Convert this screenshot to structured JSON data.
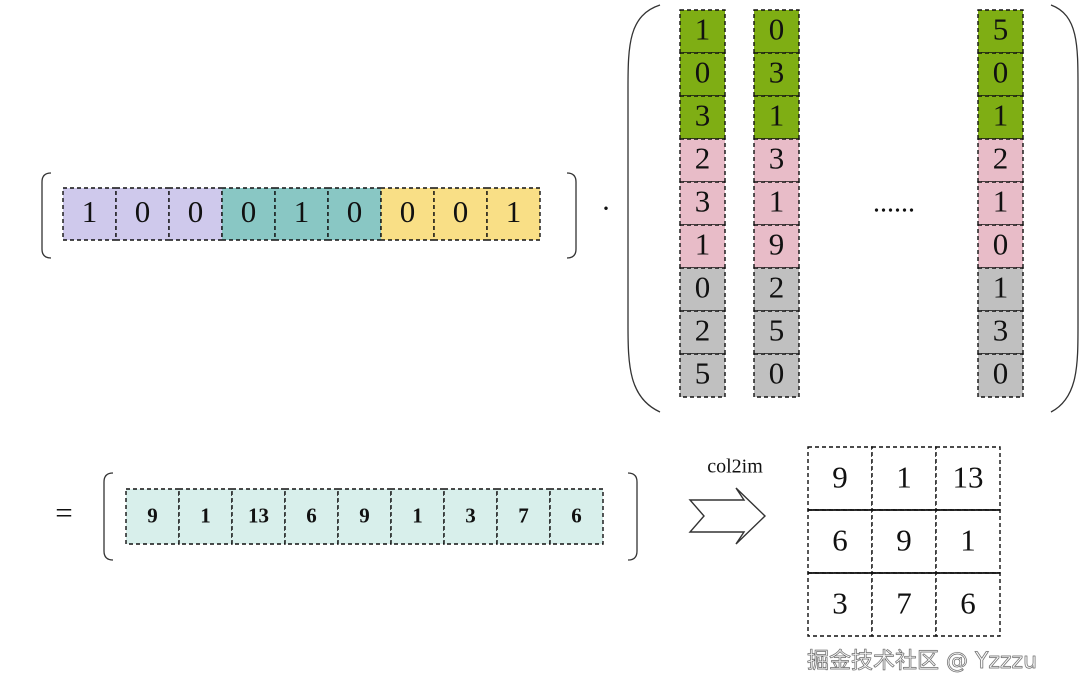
{
  "diagram": {
    "row_vector": {
      "values": [
        "1",
        "0",
        "0",
        "0",
        "1",
        "0",
        "0",
        "0",
        "1"
      ],
      "colors": [
        "#cfc9ec",
        "#cfc9ec",
        "#cfc9ec",
        "#89c7c4",
        "#89c7c4",
        "#89c7c4",
        "#f9df86",
        "#f9df86",
        "#f9df86"
      ]
    },
    "operator_dot": "·",
    "matrix_columns": [
      {
        "name": "column-1",
        "values": [
          "1",
          "0",
          "3",
          "2",
          "3",
          "1",
          "0",
          "2",
          "5"
        ]
      },
      {
        "name": "column-2",
        "values": [
          "0",
          "3",
          "1",
          "3",
          "1",
          "9",
          "2",
          "5",
          "0"
        ]
      },
      {
        "name": "column-last",
        "values": [
          "5",
          "0",
          "1",
          "2",
          "1",
          "0",
          "1",
          "3",
          "0"
        ]
      }
    ],
    "matrix_colors": [
      "#7fae14",
      "#7fae14",
      "#7fae14",
      "#e8bcc8",
      "#e8bcc8",
      "#e8bcc8",
      "#c0c0c0",
      "#c0c0c0",
      "#c0c0c0"
    ],
    "ellipsis": "......",
    "equals": "=",
    "result_vector": {
      "values": [
        "9",
        "1",
        "13",
        "6",
        "9",
        "1",
        "3",
        "7",
        "6"
      ],
      "color": "#d8efeb"
    },
    "arrow_label": "col2im",
    "output_grid": [
      [
        "9",
        "1",
        "13"
      ],
      [
        "6",
        "9",
        "1"
      ],
      [
        "3",
        "7",
        "6"
      ]
    ],
    "watermark": "掘金技术社区 @ Yzzzu"
  }
}
